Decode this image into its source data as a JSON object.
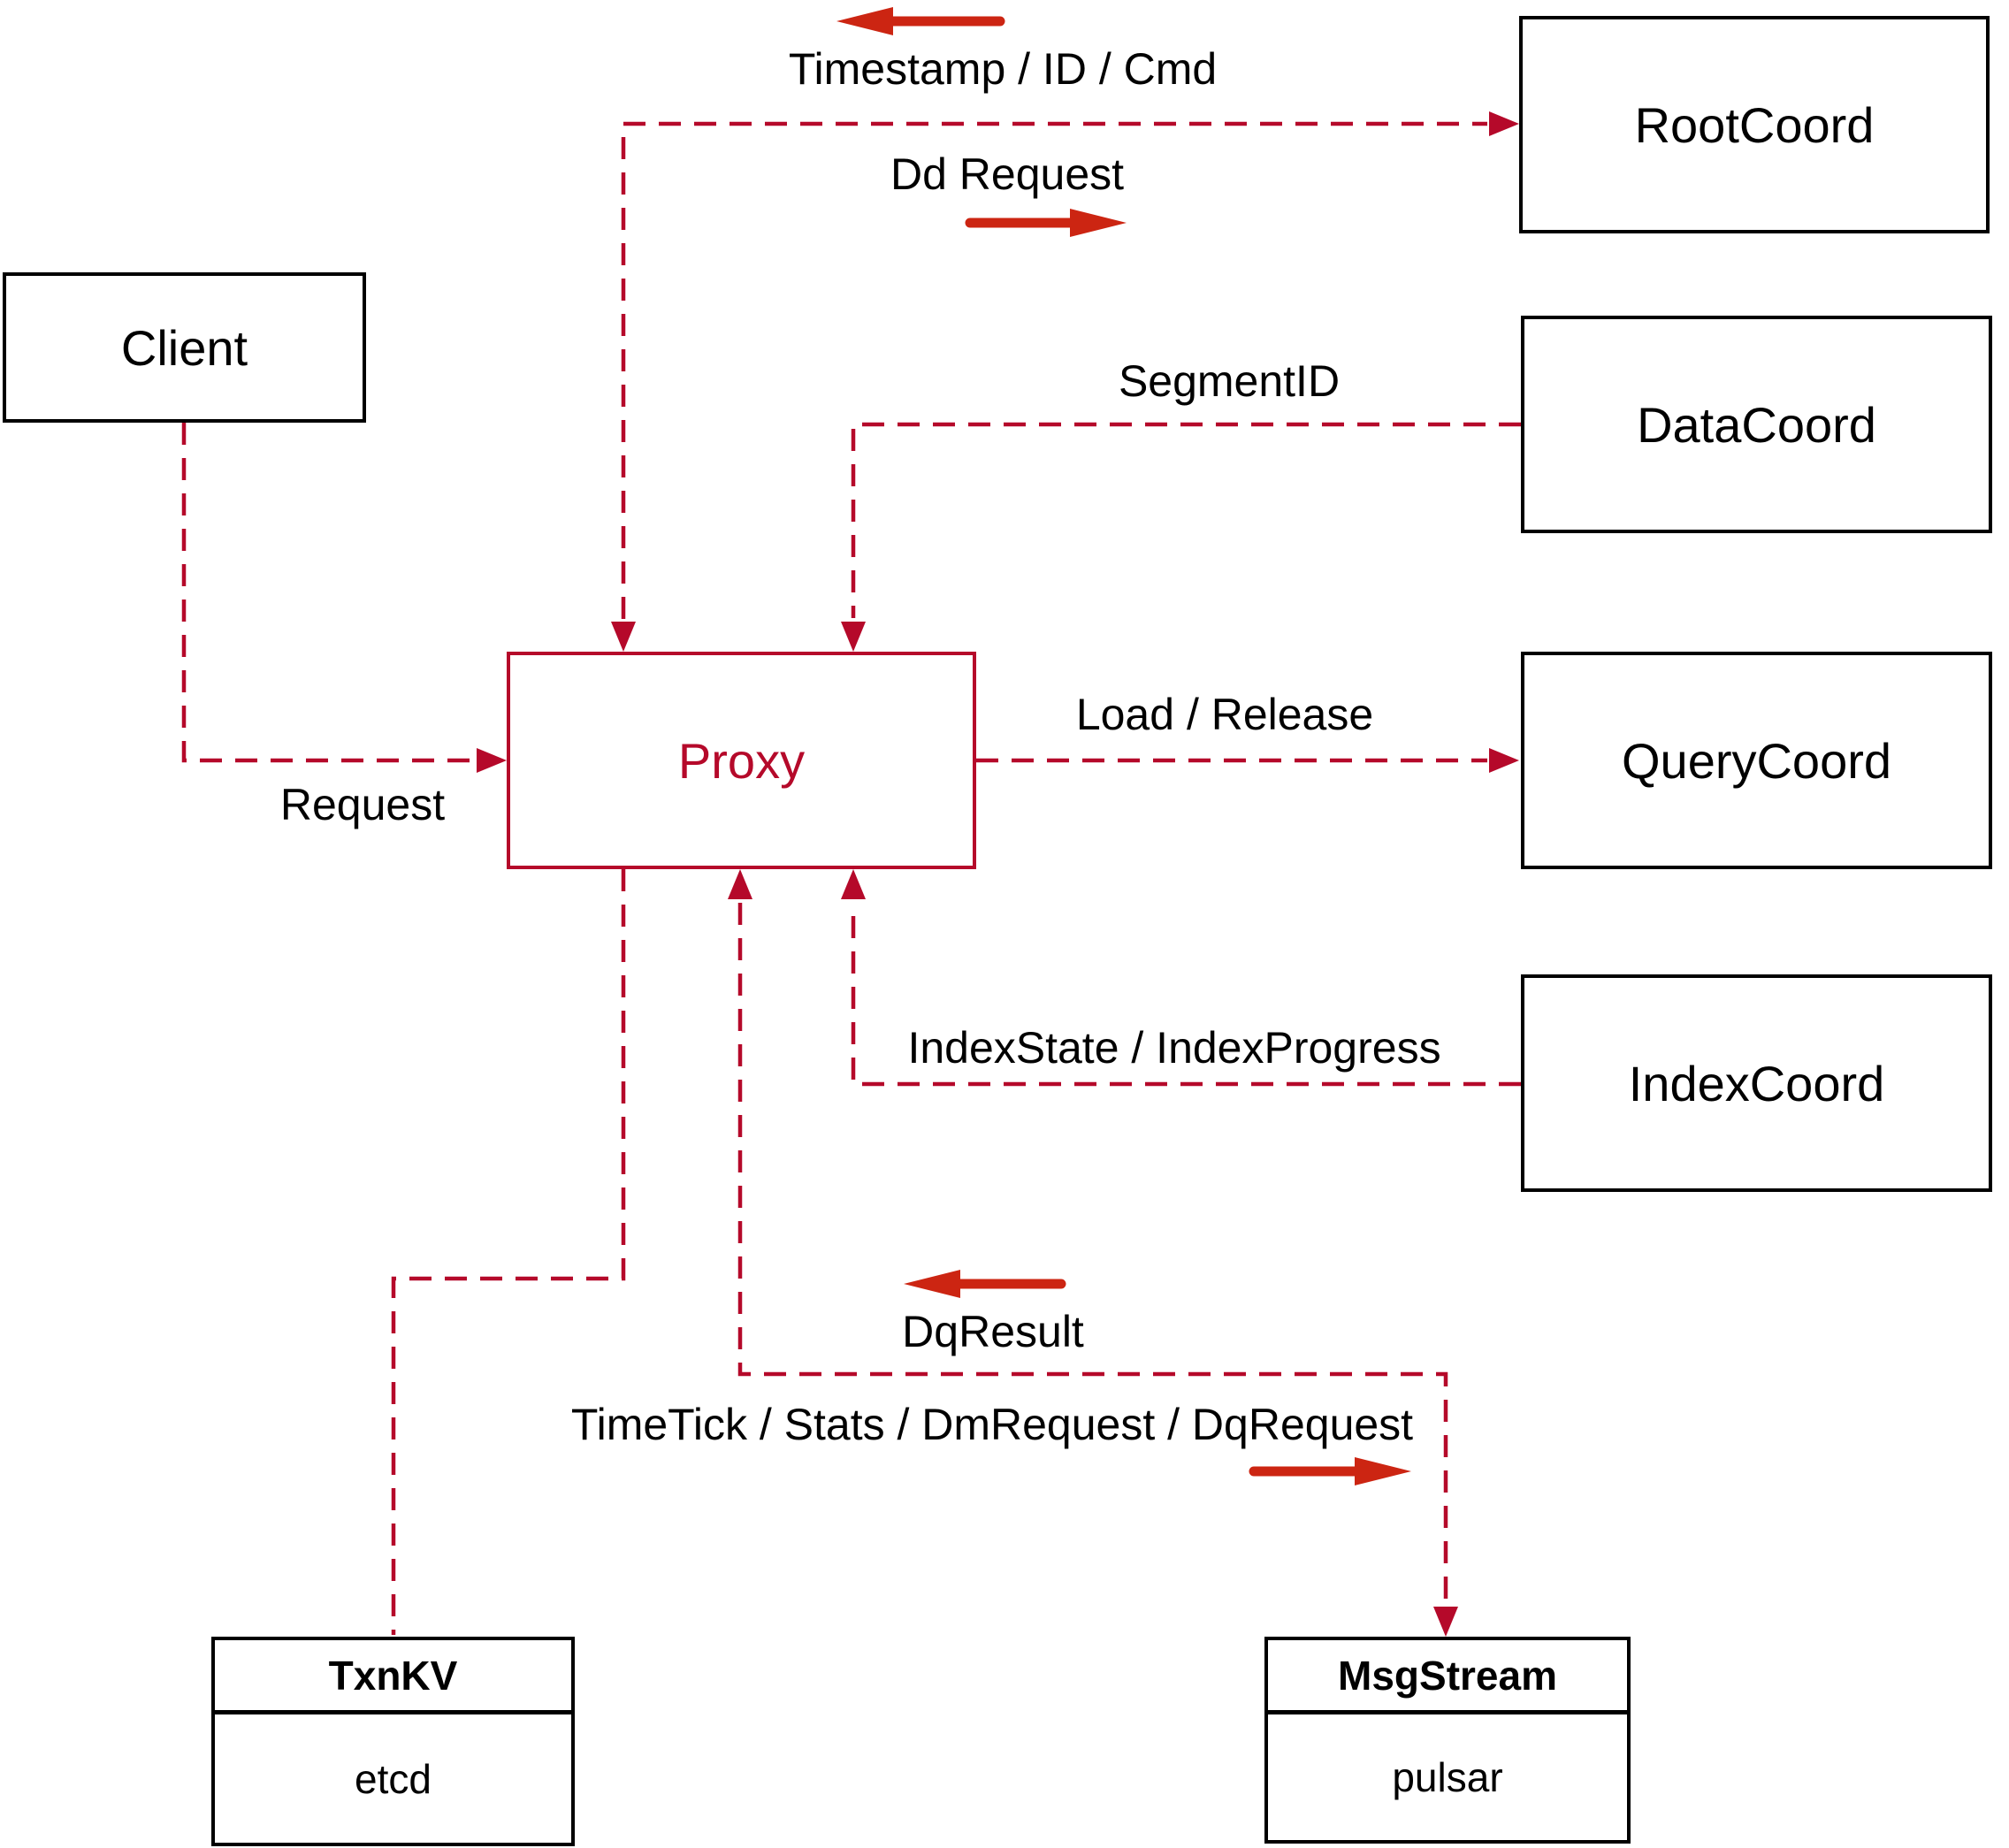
{
  "diagram": {
    "nodes": {
      "client": {
        "label": "Client"
      },
      "proxy": {
        "label": "Proxy"
      },
      "root_coord": {
        "label": "RootCoord"
      },
      "data_coord": {
        "label": "DataCoord"
      },
      "query_coord": {
        "label": "QueryCoord"
      },
      "index_coord": {
        "label": "IndexCoord"
      },
      "txn_kv": {
        "title": "TxnKV",
        "subtitle": "etcd"
      },
      "msg_stream": {
        "title": "MsgStream",
        "subtitle": "pulsar"
      }
    },
    "edge_labels": {
      "timestamp_id_cmd": "Timestamp / ID / Cmd",
      "dd_request": "Dd Request",
      "segment_id": "SegmentID",
      "load_release": "Load / Release",
      "index_state_progress": "IndexState / IndexProgress",
      "request": "Request",
      "dq_result": "DqResult",
      "timetick_stats": "TimeTick / Stats / DmRequest / DqRequest"
    },
    "colors": {
      "dashed_line": "#b5092a",
      "solid_arrow": "#cc2512",
      "node_border": "#000000",
      "text": "#000000",
      "background": "#ffffff"
    }
  }
}
